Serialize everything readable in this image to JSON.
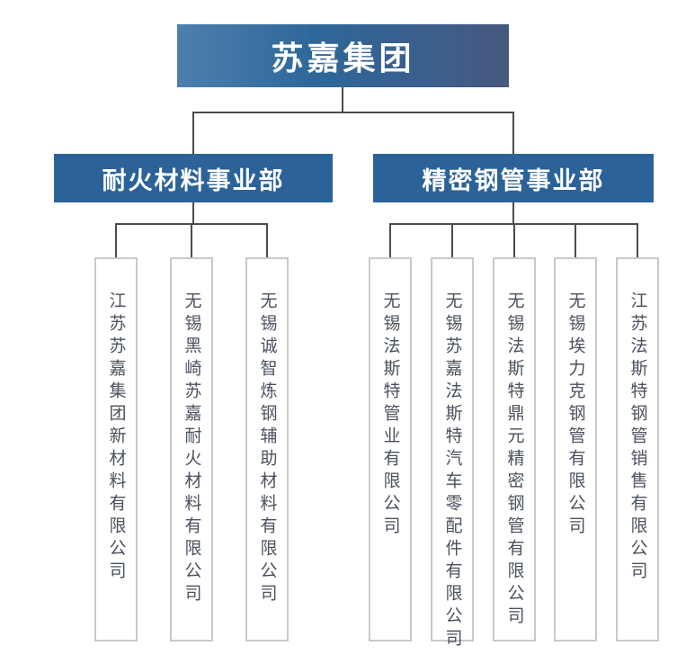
{
  "org": {
    "root": {
      "label": "苏嘉集团"
    },
    "divisions": [
      {
        "label": "耐火材料事业部",
        "children": [
          {
            "label": "江苏苏嘉集团新材料有限公司"
          },
          {
            "label": "无锡黑崎苏嘉耐火材料有限公司"
          },
          {
            "label": "无锡诚智炼钢辅助材料有限公司"
          }
        ]
      },
      {
        "label": "精密钢管事业部",
        "children": [
          {
            "label": "无锡法斯特管业有限公司"
          },
          {
            "label": "无锡苏嘉法斯特汽车零配件有限公司"
          },
          {
            "label": "无锡法斯特鼎元精密钢管有限公司"
          },
          {
            "label": "无锡埃力克钢管有限公司"
          },
          {
            "label": "江苏法斯特钢管销售有限公司"
          }
        ]
      }
    ],
    "colors": {
      "root_gradient_start": "#4e7fad",
      "root_gradient_mid": "#2d6799",
      "root_gradient_end": "#47597f",
      "division_bg": "#2b6298",
      "division_text": "#ffffff",
      "company_border": "#c9c9c9",
      "company_text": "#4a525e",
      "connector": "#4c4c4c",
      "background": "#ffffff"
    }
  }
}
